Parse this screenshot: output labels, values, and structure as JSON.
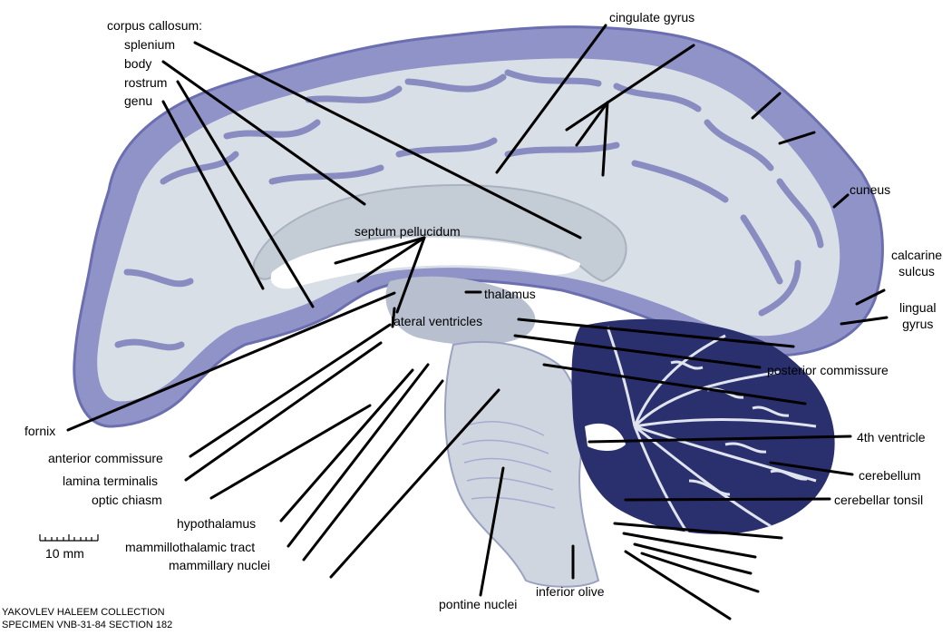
{
  "colors": {
    "white_matter": "#d9dfe6",
    "gray_matter": "#8f93c8",
    "cortex_dark": "#6b6fb0",
    "cerebellum_dark": "#2a2f6e",
    "label_line": "#000000"
  },
  "labels": {
    "corpus_callosum": "corpus callosum:",
    "splenium": "splenium",
    "body": "body",
    "rostrum": "rostrum",
    "genu": "genu",
    "cingulate_gyrus": "cingulate gyrus",
    "septum_pellucidum": "septum pellucidum",
    "thalamus": "thalamus",
    "lateral_ventricles": "lateral ventricles",
    "cuneus": "cuneus",
    "calcarine_sulcus": "calcarine\nsulcus",
    "lingual_gyrus": "lingual\ngyrus",
    "posterior_commissure": "posterior commissure",
    "fourth_ventricle": "4th ventricle",
    "cerebellum": "cerebellum",
    "cerebellar_tonsil": "cerebellar tonsil",
    "fornix": "fornix",
    "anterior_commissure": "anterior commissure",
    "lamina_terminalis": "lamina terminalis",
    "optic_chiasm": "optic chiasm",
    "hypothalamus": "hypothalamus",
    "mammillothalamic_tract": "mammillothalamic tract",
    "mammillary_nuclei": "mammillary nuclei",
    "pontine_nuclei": "pontine nuclei",
    "inferior_olive": "inferior olive"
  },
  "scale_bar": {
    "text": "10 mm"
  },
  "credit": {
    "line1": "YAKOVLEV HALEEM COLLECTION",
    "line2": "SPECIMEN VNB-31-84 SECTION 182"
  }
}
